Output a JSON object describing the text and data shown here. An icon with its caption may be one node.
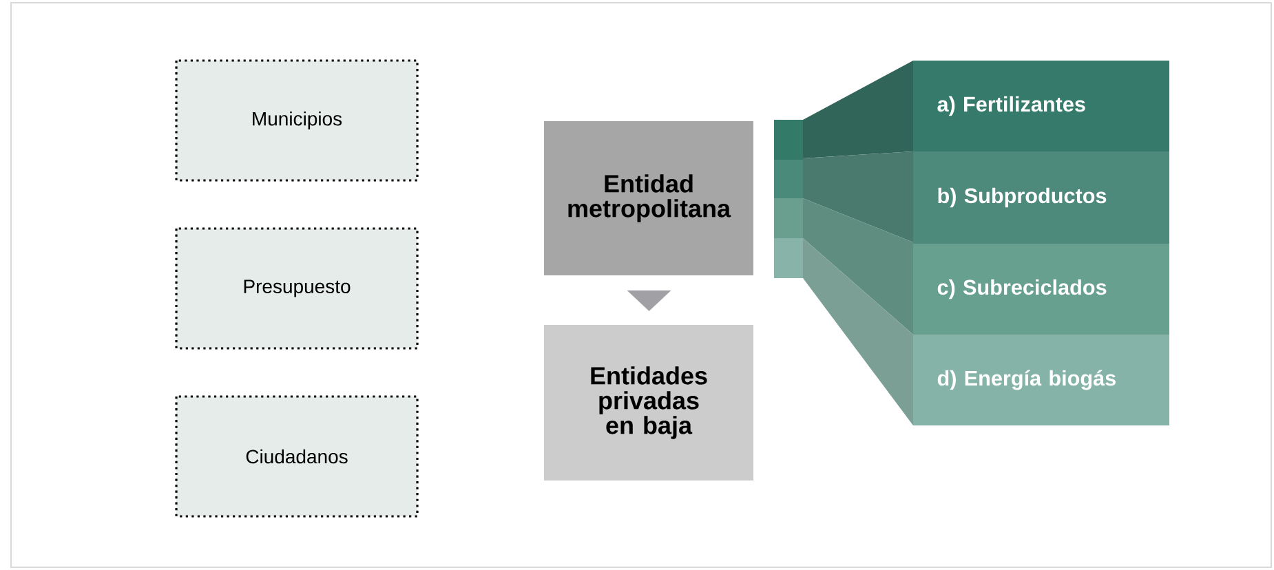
{
  "diagram": {
    "nodes": [
      {
        "text": [
          "Municipios"
        ]
      },
      {
        "text": [
          "Presupuesto"
        ]
      },
      {
        "text": [
          "Ciudadanos"
        ]
      },
      {
        "text": [
          "Entidad metropolitana"
        ]
      },
      {
        "text": [
          "Entidades privadas en baja"
        ]
      },
      {
        "text": [
          "a) Fertilizantes"
        ]
      },
      {
        "text": [
          "b) Subproductos"
        ]
      },
      {
        "text": [
          "c) Subreciclados"
        ]
      },
      {
        "text": [
          "d) Energía biogás"
        ]
      }
    ],
    "edges": [
      {
        "from": 3,
        "to": 4,
        "arrow": "to"
      }
    ]
  }
}
